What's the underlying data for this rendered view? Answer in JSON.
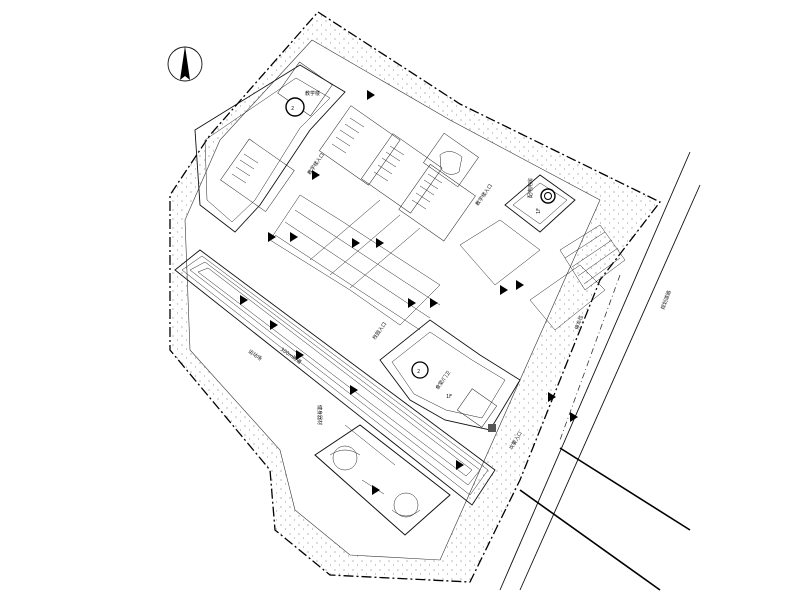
{
  "labels": {
    "teaching_building": "教学楼",
    "teaching_entrance_1": "教学楼入口",
    "teaching_entrance_2": "教学楼入口",
    "main_gate": "校园入口",
    "canteen": "食堂/门卫",
    "field": "运动场",
    "track": "300m跑道",
    "fitness": "健身器材",
    "side_gate": "次要入口",
    "parking": "停车位",
    "substation": "配电用房",
    "canteen_level": "1F",
    "substation_level": "1F",
    "road": "规划道路"
  },
  "icons": [
    "north-arrow-icon",
    "entrance-marker-icon"
  ]
}
